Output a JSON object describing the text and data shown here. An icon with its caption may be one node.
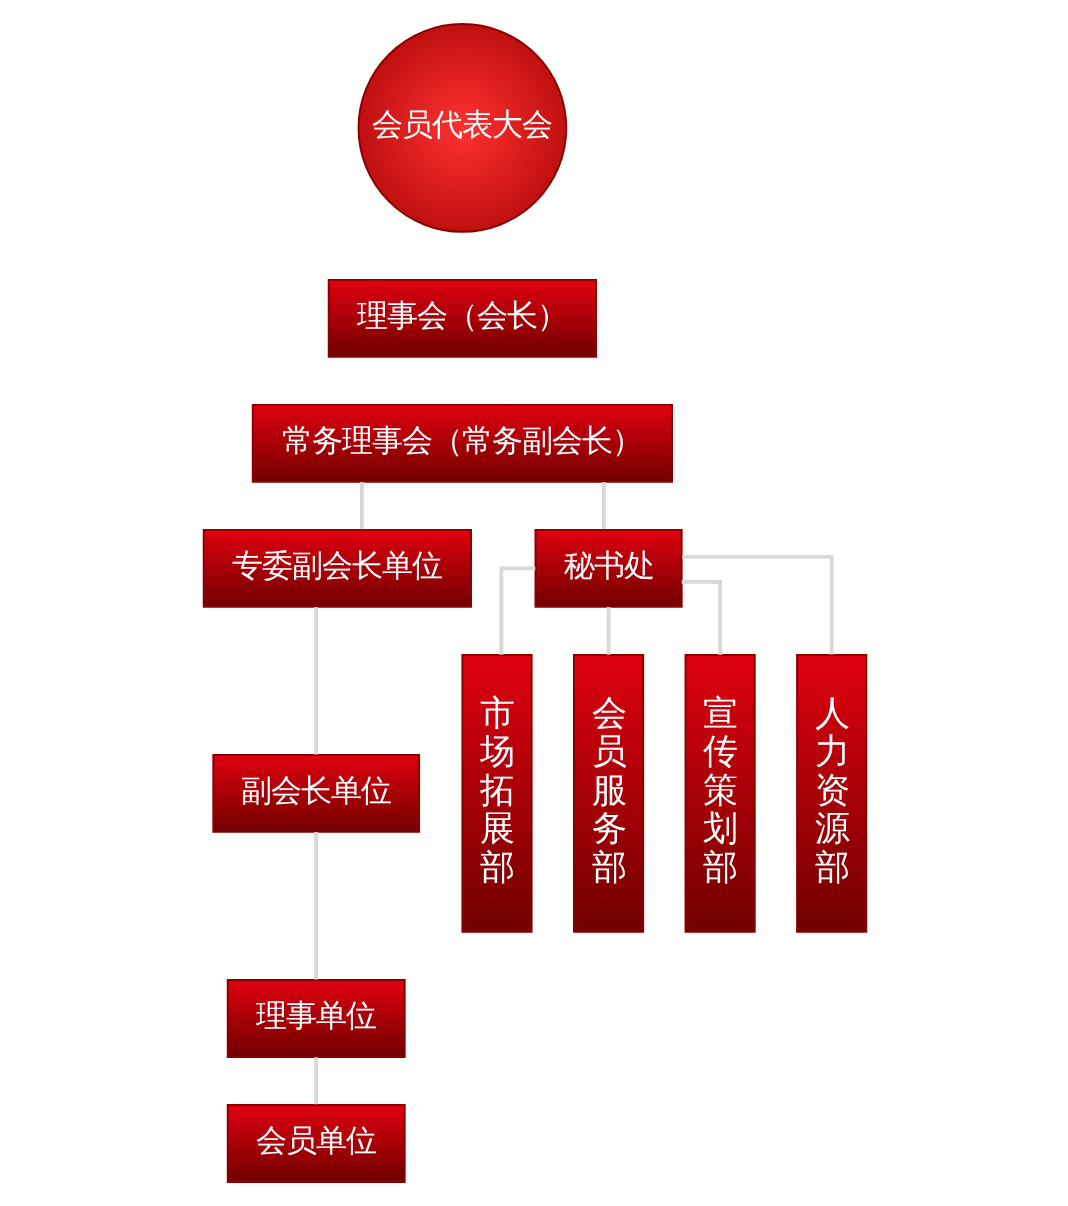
{
  "diagram": {
    "nodes": [
      {
        "text": [
          "会员代表大会"
        ]
      },
      {
        "text": [
          "理事会（会长）"
        ]
      },
      {
        "text": [
          "常务理事会（常务副会长）"
        ]
      },
      {
        "text": [
          "专委副会长单位"
        ]
      },
      {
        "text": [
          "副会长单位"
        ]
      },
      {
        "text": [
          "理事单位"
        ]
      },
      {
        "text": [
          "会员单位"
        ]
      },
      {
        "text": [
          "秘书处"
        ]
      },
      {
        "text": [
          "市场拓展部"
        ]
      },
      {
        "text": [
          "会员服务部"
        ]
      },
      {
        "text": [
          "宣传策划部"
        ]
      },
      {
        "text": [
          "人力资源部"
        ]
      }
    ],
    "edges": [
      {
        "from": 2,
        "to": 3,
        "arrow": "none"
      },
      {
        "from": 2,
        "to": 7,
        "arrow": "none"
      },
      {
        "from": 3,
        "to": 4,
        "arrow": "none"
      },
      {
        "from": 4,
        "to": 5,
        "arrow": "none"
      },
      {
        "from": 5,
        "to": 6,
        "arrow": "none"
      },
      {
        "from": 7,
        "to": 8,
        "arrow": "none"
      },
      {
        "from": 7,
        "to": 9,
        "arrow": "none"
      },
      {
        "from": 7,
        "to": 10,
        "arrow": "none"
      },
      {
        "from": 7,
        "to": 11,
        "arrow": "none"
      }
    ]
  }
}
